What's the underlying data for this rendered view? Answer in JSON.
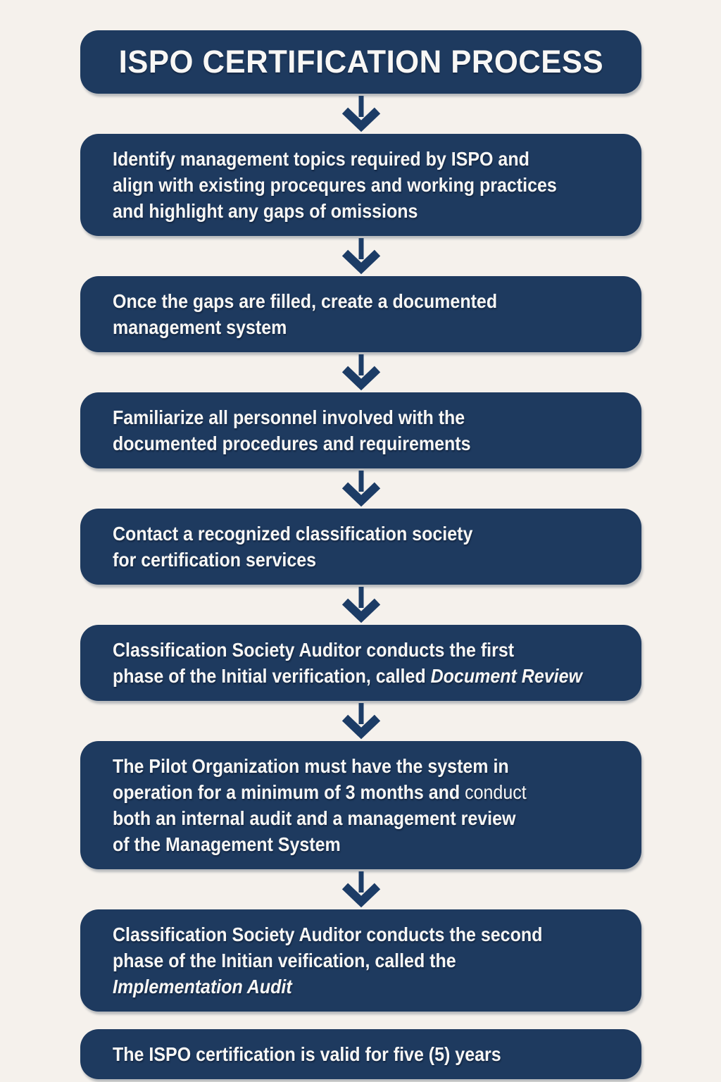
{
  "theme": {
    "background_color": "#f5f1ec",
    "box_color": "#1e3a5f",
    "text_color": "#f8f7f5",
    "arrow_color": "#1c3c66"
  },
  "title": "ISPO CERTIFICATION PROCESS",
  "flow": {
    "arrow_icon": "down-arrow-icon",
    "boxes": [
      {
        "name": "step-identify-gaps",
        "arrow_after": true,
        "lines": [
          [
            {
              "t": "Identify management topics required by ISPO and",
              "s": "b"
            }
          ],
          [
            {
              "t": "align with existing procequres and working practices",
              "s": "b"
            }
          ],
          [
            {
              "t": "and highlight any gaps of omissions",
              "s": "b"
            }
          ]
        ]
      },
      {
        "name": "step-documented-system",
        "arrow_after": true,
        "lines": [
          [
            {
              "t": "Once the gaps are filled, create a documented",
              "s": "b"
            }
          ],
          [
            {
              "t": "management system",
              "s": "b"
            }
          ]
        ]
      },
      {
        "name": "step-familiarize-personnel",
        "arrow_after": true,
        "lines": [
          [
            {
              "t": "Familiarize all personnel involved with the",
              "s": "b"
            }
          ],
          [
            {
              "t": "documented procedures and requirements",
              "s": "b"
            }
          ]
        ]
      },
      {
        "name": "step-contact-society",
        "arrow_after": true,
        "lines": [
          [
            {
              "t": "Contact a recognized classification society",
              "s": "b"
            }
          ],
          [
            {
              "t": "for certification services",
              "s": "b"
            }
          ]
        ]
      },
      {
        "name": "step-document-review",
        "arrow_after": true,
        "lines": [
          [
            {
              "t": "Classification Society Auditor conducts the first",
              "s": "b"
            }
          ],
          [
            {
              "t": "phase of the Initial verification, called ",
              "s": "b"
            },
            {
              "t": "Document Review",
              "s": "bi"
            }
          ]
        ]
      },
      {
        "name": "step-pilot-operation",
        "arrow_after": true,
        "lines": [
          [
            {
              "t": "The Pilot Organization must have the system in",
              "s": "b"
            }
          ],
          [
            {
              "t": "operation for a minimum of 3 months and ",
              "s": "b"
            },
            {
              "t": "conduct",
              "s": "r"
            }
          ],
          [
            {
              "t": "both an internal audit and a management review",
              "s": "b"
            }
          ],
          [
            {
              "t": "of the Management System",
              "s": "b"
            }
          ]
        ]
      },
      {
        "name": "step-implementation-audit",
        "arrow_after": false,
        "lines": [
          [
            {
              "t": "Classification Society Auditor conducts the second",
              "s": "b"
            }
          ],
          [
            {
              "t": "phase of the Initian veification, called the",
              "s": "b"
            }
          ],
          [
            {
              "t": "Implementation Audit",
              "s": "bi"
            }
          ]
        ]
      },
      {
        "name": "step-validity",
        "arrow_after": false,
        "lines": [
          [
            {
              "t": "The ISPO certification is valid for five (5) years",
              "s": "b"
            }
          ]
        ]
      }
    ]
  }
}
